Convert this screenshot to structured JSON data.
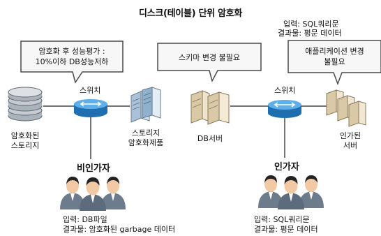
{
  "title": "디스크(테이블) 단위 암호화",
  "top_right_note": {
    "line1": "입력: SQL쿼리문",
    "line2": "결과물: 평문 데이터"
  },
  "callouts": [
    {
      "line1": "암호화 후 성능평가 :",
      "line2": "10%이하 DB성능저하"
    },
    {
      "line1": "스키마 변경 불필요",
      "line2": ""
    },
    {
      "line1": "애플리케이션 변경",
      "line2": "불필요"
    }
  ],
  "nodes": {
    "encrypted_storage": {
      "line1": "암호화된",
      "line2": "스토리지"
    },
    "switch_left": "스위치",
    "storage_encryption_product": {
      "line1": "스토리지",
      "line2": "암호화제품"
    },
    "db_server": "DB서버",
    "switch_right": "스위치",
    "authorized_server": {
      "line1": "인가된",
      "line2": "서버"
    }
  },
  "groups": {
    "unauthorized": "비인가자",
    "authorized": "인가자"
  },
  "bottom_left_note": {
    "line1": "입력: DB파일",
    "line2": "결과물: 암호화된 garbage 데이터"
  },
  "bottom_right_note": {
    "line1": "입력: SQL쿼리문",
    "line2": "결과물: 평문 데이터"
  },
  "colors": {
    "callout_fill": "#f7f7f7",
    "callout_border": "#4a4a4a",
    "switch_blue": "#2f8ed8",
    "server_beige": "#e9dcc0",
    "person_gray": "#6f7f8f",
    "storage_gray": "#9aa3ab"
  }
}
